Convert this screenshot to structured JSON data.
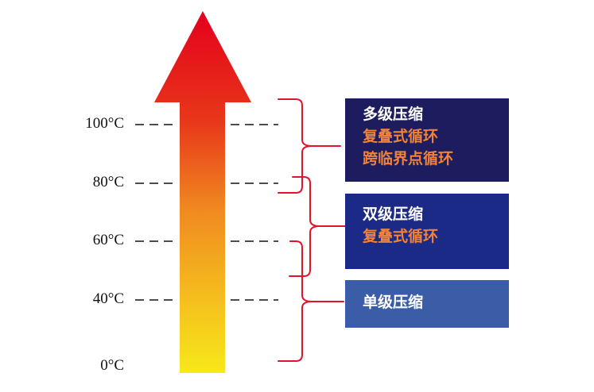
{
  "colors": {
    "arrow_top": "#e4001c",
    "arrow_bottom": "#f7e41a",
    "bracket": "#e0142a",
    "dash": "#333333",
    "text_highlight": "#f0823a",
    "box_multi": "#1c1c5e",
    "box_dual": "#1c2a87",
    "box_single": "#3b5ca6"
  },
  "temperature_labels": [
    "100°C",
    "80°C",
    "60°C",
    "40°C",
    "0°C"
  ],
  "boxes": [
    {
      "name": "multi-stage",
      "lines": [
        {
          "text": "多级压缩",
          "style": "white"
        },
        {
          "text": "复叠式循环",
          "style": "orange"
        },
        {
          "text": "跨临界点循环",
          "style": "orange"
        }
      ]
    },
    {
      "name": "dual-stage",
      "lines": [
        {
          "text": "双级压缩",
          "style": "white"
        },
        {
          "text": "复叠式循环",
          "style": "orange"
        }
      ]
    },
    {
      "name": "single-stage",
      "lines": [
        {
          "text": "单级压缩",
          "style": "white"
        }
      ]
    }
  ]
}
